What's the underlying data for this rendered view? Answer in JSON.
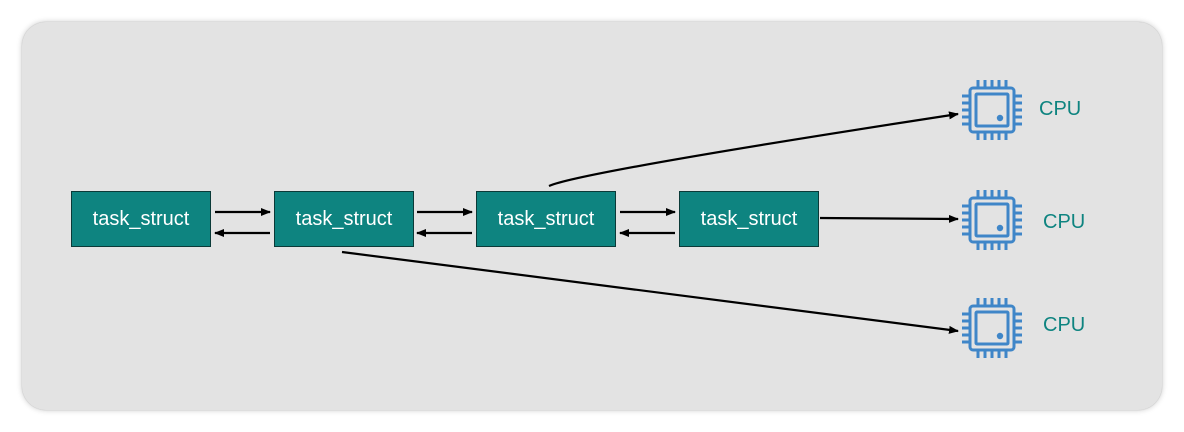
{
  "nodes": [
    {
      "label": "task_struct"
    },
    {
      "label": "task_struct"
    },
    {
      "label": "task_struct"
    },
    {
      "label": "task_struct"
    }
  ],
  "cpus": [
    {
      "label": "CPU",
      "icon": "cpu-chip-icon"
    },
    {
      "label": "CPU",
      "icon": "cpu-chip-icon"
    },
    {
      "label": "CPU",
      "icon": "cpu-chip-icon"
    }
  ],
  "colors": {
    "node_fill": "#0e8480",
    "node_border": "#0b3a38",
    "node_text": "#ffffff",
    "cpu_icon": "#3f86c8",
    "cpu_label": "#0e8480",
    "arrow": "#000000",
    "panel_background": "#e3e3e3"
  }
}
